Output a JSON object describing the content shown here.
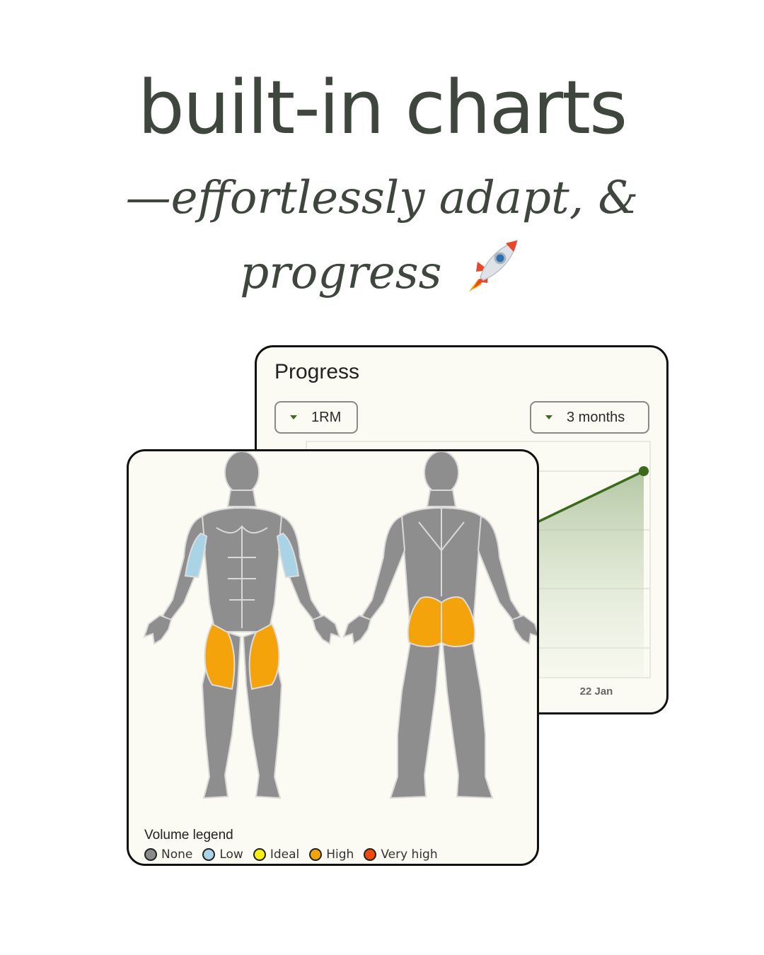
{
  "headline": "built-in charts",
  "tagline": {
    "line1": "—effortlessly adapt, &",
    "line2": "progress",
    "emoji_icon": "rocket-icon"
  },
  "progress_card": {
    "title": "Progress",
    "metric_dropdown": "1RM",
    "range_dropdown": "3 months",
    "accent_color": "#3a6b1a"
  },
  "chart_data": {
    "type": "area",
    "x": [
      "22 Jan"
    ],
    "tick_labels": [
      "22 Jan"
    ],
    "series": [
      {
        "values": [
          null
        ]
      }
    ],
    "grid": true,
    "title": "",
    "xlabel": "",
    "ylabel": ""
  },
  "body_card": {
    "legend_title": "Volume legend",
    "legend": [
      {
        "label": "None",
        "color": "#8a8a8a"
      },
      {
        "label": "Low",
        "color": "#a8d4e6"
      },
      {
        "label": "Ideal",
        "color": "#f7ee16"
      },
      {
        "label": "High",
        "color": "#f5a30a"
      },
      {
        "label": "Very high",
        "color": "#ee4a0e"
      }
    ],
    "highlighted": {
      "front_biceps": "Low",
      "front_quads": "High",
      "back_glutes": "High"
    }
  }
}
